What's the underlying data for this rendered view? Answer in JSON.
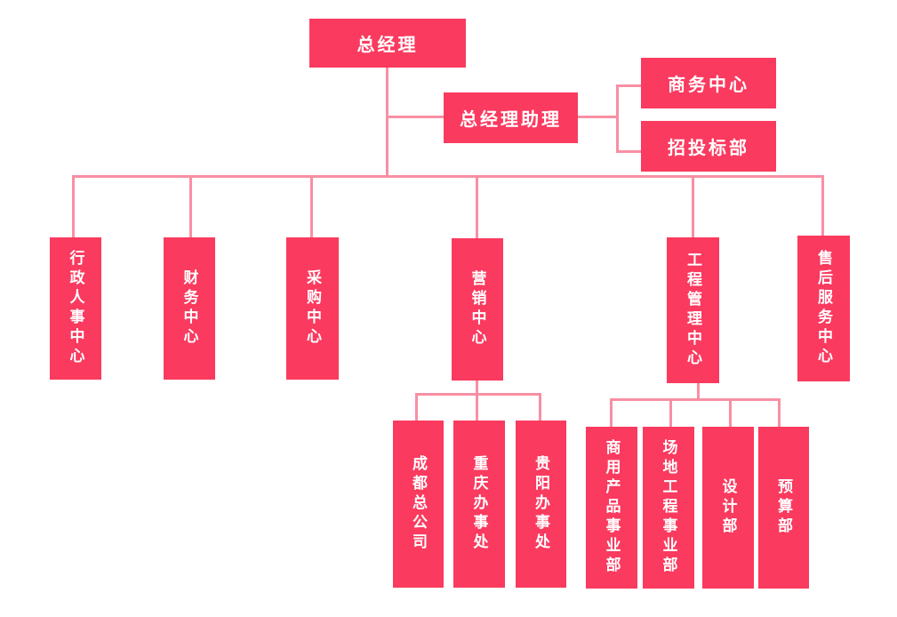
{
  "diagram": {
    "type": "org-chart",
    "colors": {
      "node_fill": "#FA3A5F",
      "connector": "#F98FA4",
      "node_text": "#FFFFFF",
      "background": "#FFFFFF"
    },
    "nodes": {
      "general_manager": "总经理",
      "gm_assistant": "总经理助理",
      "business_center": "商务中心",
      "bidding_dept": "招投标部",
      "admin_hr_center": "行政人事中心",
      "finance_center": "财务中心",
      "procurement_center": "采购中心",
      "marketing_center": "营销中心",
      "engineering_mgmt_center": "工程管理中心",
      "after_sales_center": "售后服务中心",
      "chengdu_hq": "成都总公司",
      "chongqing_office": "重庆办事处",
      "guiyang_office": "贵阳办事处",
      "commercial_products_div": "商用产品事业部",
      "site_engineering_div": "场地工程事业部",
      "design_dept": "设计部",
      "budget_dept": "预算部"
    },
    "hierarchy": [
      {
        "parent": "总经理",
        "children": [
          "总经理助理",
          "行政人事中心",
          "财务中心",
          "采购中心",
          "营销中心",
          "工程管理中心",
          "售后服务中心"
        ]
      },
      {
        "parent": "总经理助理",
        "children": [
          "商务中心",
          "招投标部"
        ]
      },
      {
        "parent": "营销中心",
        "children": [
          "成都总公司",
          "重庆办事处",
          "贵阳办事处"
        ]
      },
      {
        "parent": "工程管理中心",
        "children": [
          "商用产品事业部",
          "场地工程事业部",
          "设计部",
          "预算部"
        ]
      }
    ]
  }
}
